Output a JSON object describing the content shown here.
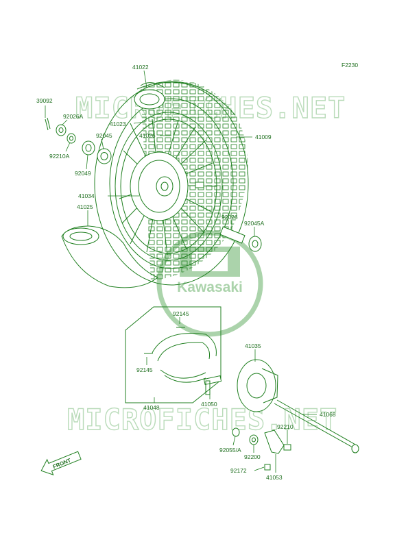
{
  "figure_code": "F2230",
  "watermark": {
    "text": "MICROFICHES.NET"
  },
  "logo": {
    "text": "Kawasaki"
  },
  "front_arrow": {
    "text": "FRONT"
  },
  "colors": {
    "line": "#1f7f1f",
    "label": "#1f6f1f",
    "watermark": "#b9dbb9",
    "logo": "#8fc58f"
  },
  "callouts": {
    "c39092": "39092",
    "c92026A": "92026A",
    "c92210A": "92210A",
    "c92045": "92045",
    "c92049": "92049",
    "c41022": "41022",
    "c41023": "41023",
    "c41026": "41026",
    "c41009": "41009",
    "c41034": "41034",
    "c41025": "41025",
    "c92026": "92026",
    "c92045A": "92045A",
    "c92145a": "92145",
    "c92145b": "92145",
    "c41048": "41048",
    "c41035": "41035",
    "c41050": "41050",
    "c41068": "41068",
    "c92210": "92210",
    "c92055A": "92055/A",
    "c92200": "92200",
    "c92172": "92172",
    "c41053": "41053"
  }
}
